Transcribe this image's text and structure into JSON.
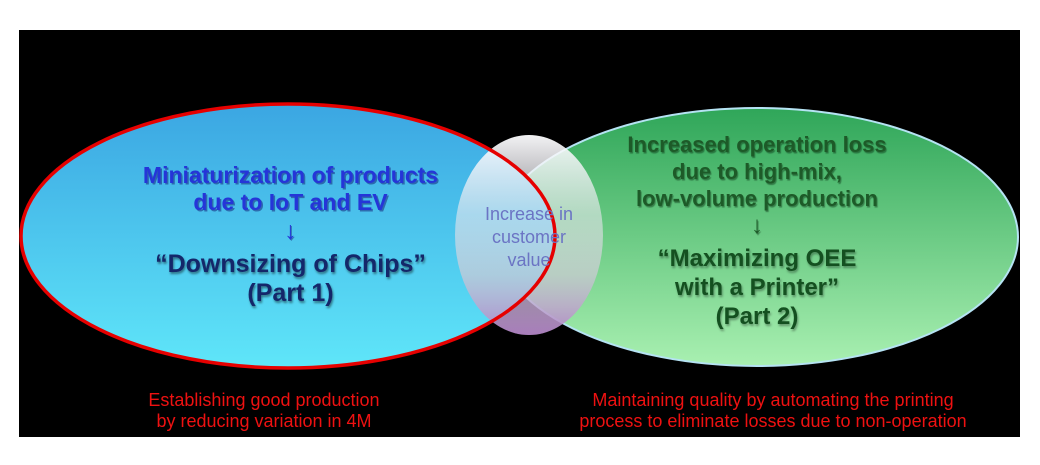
{
  "diagram": {
    "left_ellipse": {
      "line1": "Miniaturization of products",
      "line2": "due to IoT and EV",
      "arrow": "↓",
      "quote_line1": "“Downsizing of Chips”",
      "quote_line2": "(Part 1)",
      "fill_top": "#3BA6E2",
      "fill_bottom": "#5FE6F9",
      "border_color": "#E60000",
      "text_color": "#2535D8",
      "quote_text_color": "#14276A"
    },
    "right_ellipse": {
      "line1": "Increased operation loss",
      "line2": "due to high-mix,",
      "line3": "low-volume production",
      "arrow": "↓",
      "quote_line1": "“Maximizing OEE",
      "quote_line2": "with a Printer”",
      "quote_line3": "(Part 2)",
      "fill_top": "#2FA659",
      "fill_bottom": "#A9F0B1",
      "border_color": "#B5E3F3",
      "text_color": "#1D5A28"
    },
    "overlap_circle": {
      "line1": "Increase in",
      "line2": "customer",
      "line3": "value",
      "fill_top": "#FBFBFD",
      "fill_bottom": "#B184C5",
      "text_color": "#6B74C4"
    },
    "left_caption": {
      "line1": "Establishing good production",
      "line2": "by reducing variation in 4M",
      "color": "#EE1111"
    },
    "right_caption": {
      "line1": "Maintaining quality by automating the printing",
      "line2": "process to eliminate losses due to non-operation",
      "color": "#EE1111"
    }
  }
}
